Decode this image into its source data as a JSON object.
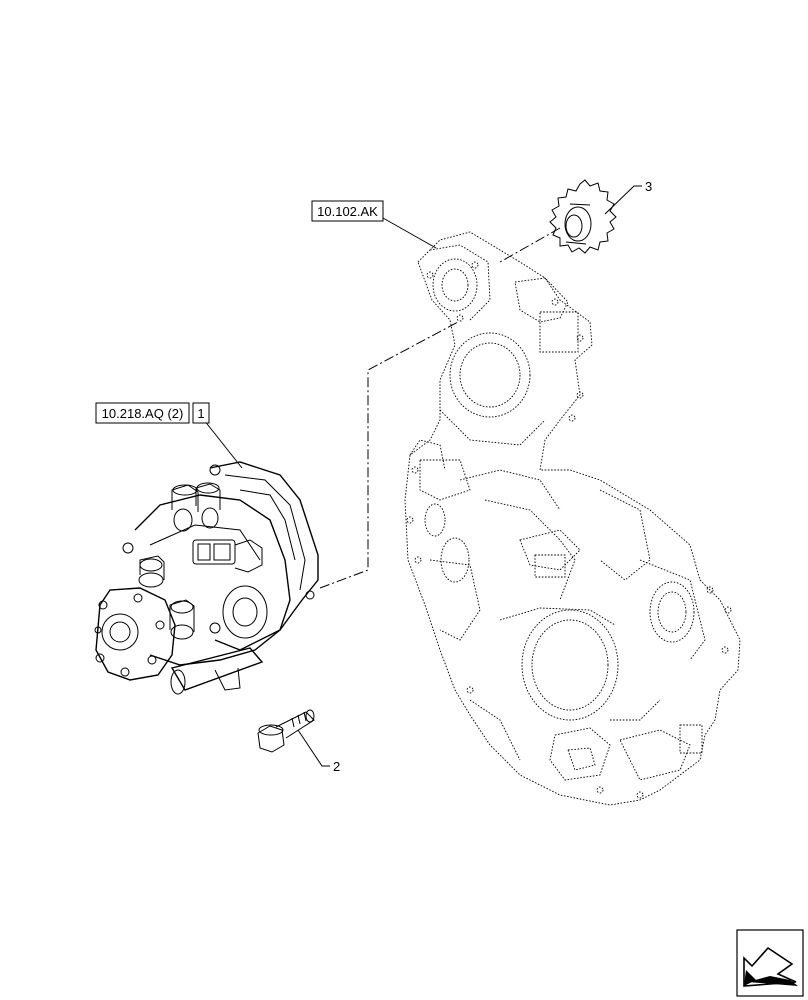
{
  "callouts": {
    "housing_ref": "10.102.AK",
    "pump_ref": "10.218.AQ (2)",
    "pump_item": "1",
    "bolt_item": "2",
    "gear_item": "3"
  },
  "icons": {
    "nav": "next-page-arrow-icon"
  }
}
